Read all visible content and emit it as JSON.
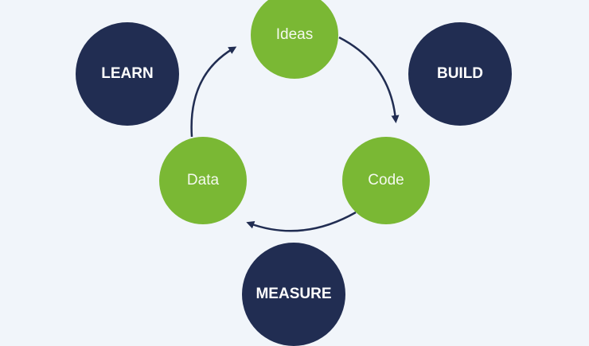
{
  "colors": {
    "background": "#f1f5fa",
    "green": "#7ab834",
    "navy": "#212d52"
  },
  "cycle": [
    {
      "label": "Ideas"
    },
    {
      "label": "Code"
    },
    {
      "label": "Data"
    }
  ],
  "phases": {
    "learn": "LEARN",
    "build": "BUILD",
    "measure": "MEASURE"
  }
}
